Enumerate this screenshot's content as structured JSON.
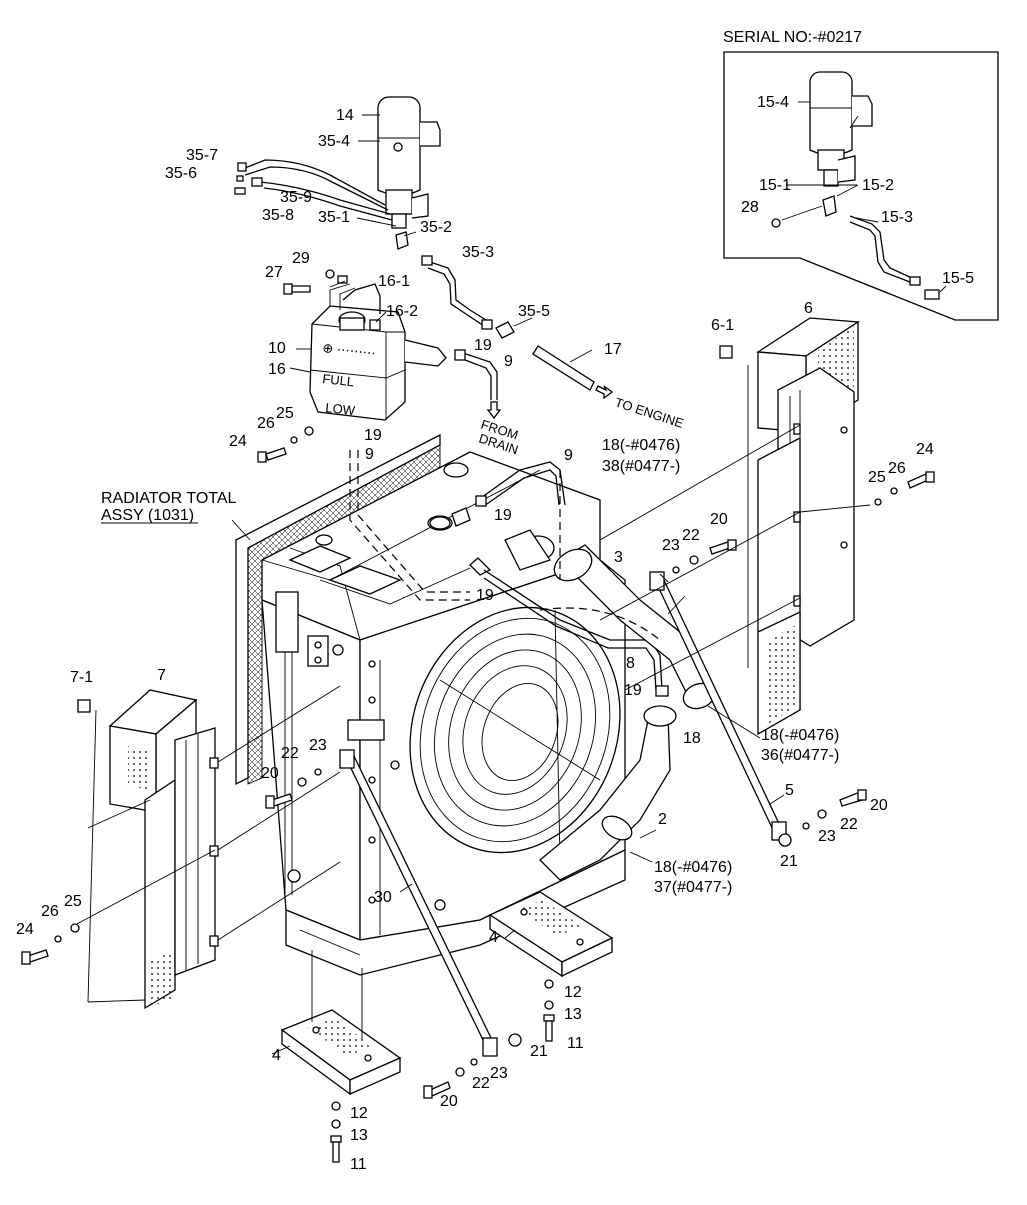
{
  "inset": {
    "title": "SERIAL NO:-#0217"
  },
  "notes": {
    "radiator_line1": "RADIATOR TOTAL",
    "radiator_line2": "ASSY (1031)",
    "to_engine": "TO ENGINE",
    "from_drain_1": "FROM",
    "from_drain_2": "DRAIN"
  },
  "callouts": {
    "c14": "14",
    "c35_4": "35-4",
    "c35_7": "35-7",
    "c35_6": "35-6",
    "c35_9": "35-9",
    "c35_8": "35-8",
    "c35_1": "35-1",
    "c35_2": "35-2",
    "c35_3": "35-3",
    "c35_5": "35-5",
    "c29": "29",
    "c27": "27",
    "c16_1": "16-1",
    "c16_2": "16-2",
    "c10": "10",
    "c16": "16",
    "c19a": "19",
    "c9a": "9",
    "c17": "17",
    "c25a": "25",
    "c26a": "26",
    "c24a": "24",
    "c19b": "19",
    "c9b": "9",
    "c9c": "9",
    "c18a_1": "18(-#0476)",
    "c18a_2": "38(#0477-)",
    "c6_1": "6-1",
    "c6": "6",
    "c24b": "24",
    "c26b": "26",
    "c25b": "25",
    "c20a": "20",
    "c22a": "22",
    "c23a": "23",
    "c19c": "19",
    "c3": "3",
    "c19d": "19",
    "c8": "8",
    "c19e": "19",
    "c18b": "18",
    "c18c_1": "18(-#0476)",
    "c18c_2": "36(#0477-)",
    "c5": "5",
    "c20b": "20",
    "c22b": "22",
    "c23b": "23",
    "c21a": "21",
    "c2": "2",
    "c18d_1": "18(-#0476)",
    "c18d_2": "37(#0477-)",
    "c7_1": "7-1",
    "c7": "7",
    "c22c": "22",
    "c23c": "23",
    "c20c": "20",
    "c25c": "25",
    "c26c": "26",
    "c24c": "24",
    "c30": "30",
    "c4a": "4",
    "c12a": "12",
    "c13a": "13",
    "c11a": "11",
    "c21b": "21",
    "c23d": "23",
    "c22d": "22",
    "c20d": "20",
    "c4b": "4",
    "c12b": "12",
    "c13b": "13",
    "c11b": "11",
    "c15_4": "15-4",
    "c15_1": "15-1",
    "c15_2": "15-2",
    "c28": "28",
    "c15_3": "15-3",
    "c15_5": "15-5"
  }
}
